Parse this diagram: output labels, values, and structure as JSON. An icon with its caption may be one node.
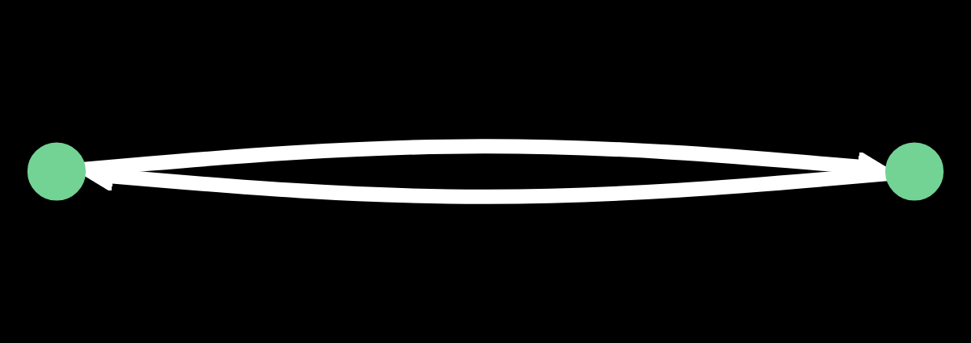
{
  "diagram": {
    "nodes": [
      {
        "text": [],
        "shape": "circle"
      },
      {
        "text": [],
        "shape": "circle"
      }
    ],
    "edges": [
      {
        "from": 1,
        "to": 0,
        "arrow": "to"
      },
      {
        "from": 0,
        "to": 1,
        "arrow": "to"
      }
    ]
  }
}
